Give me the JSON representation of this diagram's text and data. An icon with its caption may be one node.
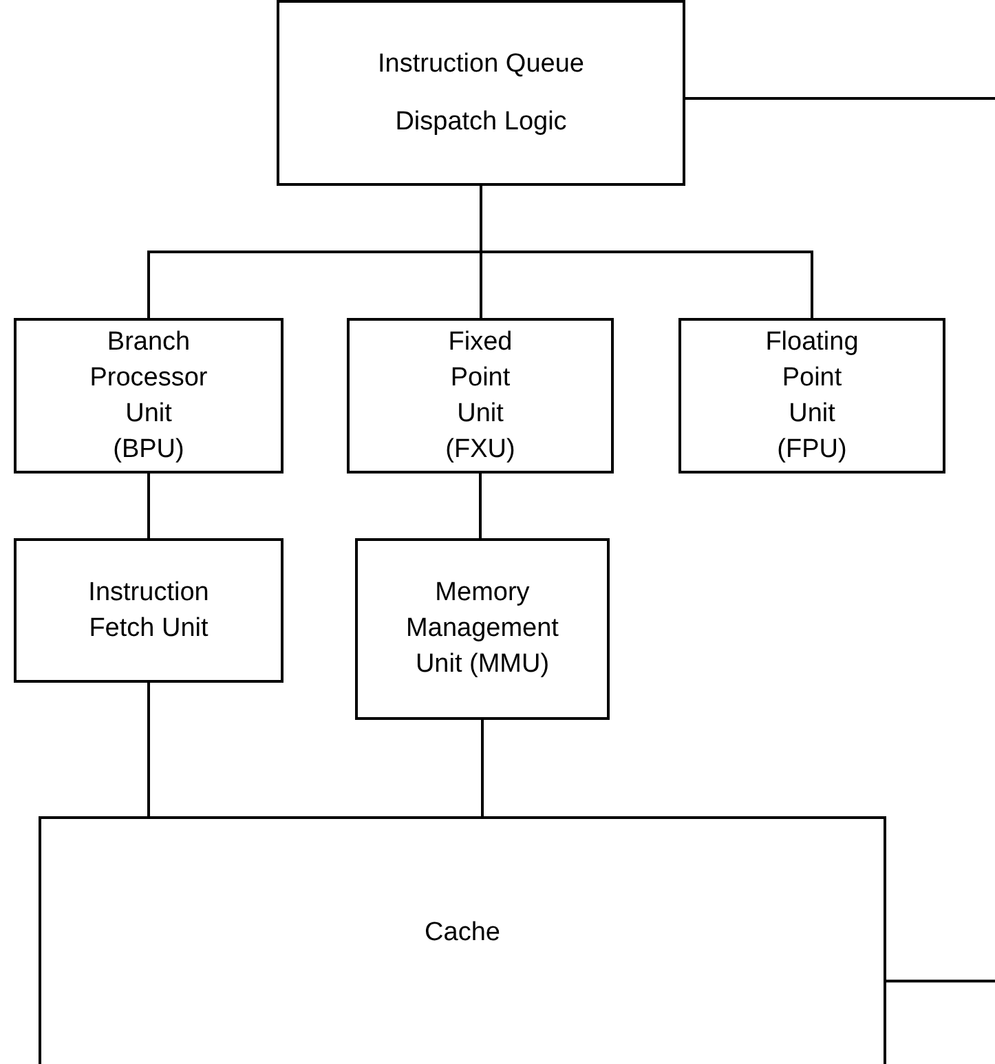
{
  "diagram": {
    "nodes": [
      {
        "text": [
          "Instruction Queue",
          "Dispatch Logic"
        ]
      },
      {
        "text": [
          "Branch Processor Unit (BPU)"
        ]
      },
      {
        "text": [
          "Fixed Point Unit (FXU)"
        ]
      },
      {
        "text": [
          "Floating Point Unit (FPU)"
        ]
      },
      {
        "text": [
          "Instruction Fetch Unit"
        ]
      },
      {
        "text": [
          "Memory Management Unit (MMU)"
        ]
      },
      {
        "text": [
          "Cache"
        ]
      }
    ],
    "edges": [
      {
        "from": 0,
        "to": 1,
        "arrow": "none"
      },
      {
        "from": 0,
        "to": 2,
        "arrow": "none"
      },
      {
        "from": 0,
        "to": 3,
        "arrow": "none"
      },
      {
        "from": 1,
        "to": 4,
        "arrow": "none"
      },
      {
        "from": 2,
        "to": 5,
        "arrow": "none"
      },
      {
        "from": 4,
        "to": 6,
        "arrow": "none"
      },
      {
        "from": 5,
        "to": 6,
        "arrow": "none"
      },
      {
        "from": 0,
        "to": null,
        "arrow": "none"
      },
      {
        "from": 6,
        "to": null,
        "arrow": "none"
      }
    ]
  }
}
